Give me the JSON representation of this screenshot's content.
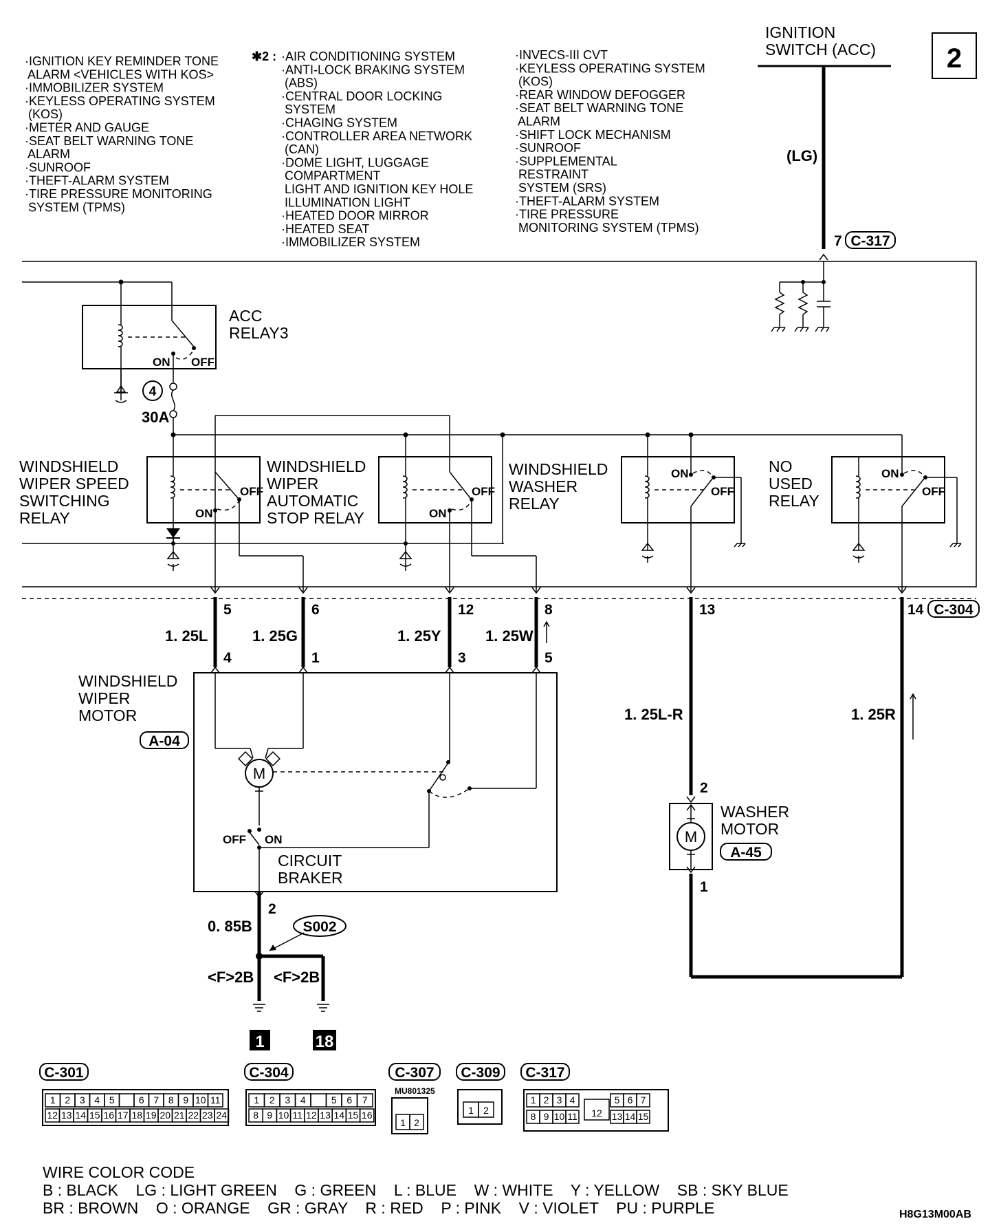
{
  "page_number": "2",
  "list_left": [
    "·IGNITION KEY REMINDER TONE",
    " ALARM <VEHICLES WITH KOS>",
    "·IMMOBILIZER SYSTEM",
    "·KEYLESS OPERATING SYSTEM",
    " (KOS)",
    "·METER AND GAUGE",
    "·SEAT BELT WARNING TONE",
    " ALARM",
    "·SUNROOF",
    "·THEFT-ALARM SYSTEM",
    "·TIRE PRESSURE MONITORING",
    " SYSTEM (TPMS)"
  ],
  "list_mid_marker": "✱2 :",
  "list_mid": [
    "·AIR CONDITIONING SYSTEM",
    "·ANTI-LOCK BRAKING SYSTEM",
    " (ABS)",
    "·CENTRAL DOOR LOCKING",
    " SYSTEM",
    "·CHAGING SYSTEM",
    "·CONTROLLER AREA NETWORK",
    " (CAN)",
    "·DOME LIGHT, LUGGAGE",
    " COMPARTMENT",
    " LIGHT AND IGNITION KEY HOLE",
    " ILLUMINATION LIGHT",
    "·HEATED DOOR MIRROR",
    "·HEATED SEAT",
    "·IMMOBILIZER SYSTEM"
  ],
  "list_right": [
    "·INVECS-III CVT",
    "·KEYLESS OPERATING SYSTEM",
    " (KOS)",
    "·REAR WINDOW DEFOGGER",
    "·SEAT BELT WARNING TONE",
    " ALARM",
    "·SHIFT LOCK MECHANISM",
    "·SUNROOF",
    "·SUPPLEMENTAL",
    " RESTRAINT",
    " SYSTEM (SRS)",
    "·THEFT-ALARM SYSTEM",
    "·TIRE PRESSURE",
    " MONITORING SYSTEM (TPMS)"
  ],
  "ignition": {
    "line1": "IGNITION",
    "line2": "SWITCH (ACC)",
    "wire": "(LG)",
    "pin": "7",
    "conn": "C-317"
  },
  "acc_relay": {
    "line1": "ACC",
    "line2": "RELAY3",
    "on": "ON",
    "off": "OFF"
  },
  "fuse": {
    "num": "4",
    "rating": "30A"
  },
  "relays": {
    "speed": [
      "WINDSHIELD",
      "WIPER SPEED",
      "SWITCHING",
      "RELAY"
    ],
    "autostop": [
      "WINDSHIELD",
      "WIPER",
      "AUTOMATIC",
      "STOP RELAY"
    ],
    "washer": [
      "WINDSHIELD",
      "WASHER",
      "RELAY"
    ],
    "notused": [
      "NO",
      "USED",
      "RELAY"
    ],
    "on": "ON",
    "off": "OFF"
  },
  "c304_pins": [
    "5",
    "6",
    "12",
    "8",
    "13",
    "14"
  ],
  "c304_conn": "C-304",
  "wires": {
    "w1": "1. 25L",
    "w2": "1. 25G",
    "w3": "1. 25Y",
    "w4": "1. 25W",
    "w5": "1. 25L-R",
    "w6": "1. 25R",
    "w7": "0. 85B",
    "w8": "<F>2B",
    "w9": "<F>2B"
  },
  "motor_pins": [
    "4",
    "1",
    "3",
    "5",
    "2"
  ],
  "wiper_motor": {
    "line1": "WINDSHIELD",
    "line2": "WIPER",
    "line3": "MOTOR",
    "conn": "A-04",
    "symbol": "M",
    "off": "OFF",
    "on": "ON",
    "cb1": "CIRCUIT",
    "cb2": "BRAKER"
  },
  "washer_motor": {
    "line1": "WASHER",
    "line2": "MOTOR",
    "conn": "A-45",
    "symbol": "M",
    "pin_top": "2",
    "pin_bot": "1"
  },
  "splice": "S002",
  "grounds": [
    "1",
    "18"
  ],
  "connectors": {
    "c301": {
      "name": "C-301",
      "row1": [
        "1",
        "2",
        "3",
        "4",
        "5",
        "",
        "6",
        "7",
        "8",
        "9",
        "10",
        "11"
      ],
      "row2": [
        "12",
        "13",
        "14",
        "15",
        "16",
        "17",
        "18",
        "19",
        "20",
        "21",
        "22",
        "23",
        "24"
      ]
    },
    "c304": {
      "name": "C-304",
      "row1": [
        "1",
        "2",
        "3",
        "4",
        "",
        "5",
        "6",
        "7"
      ],
      "row2": [
        "8",
        "9",
        "10",
        "11",
        "12",
        "13",
        "14",
        "15",
        "16"
      ]
    },
    "c307": {
      "name": "C-307",
      "part": "MU801325",
      "row": [
        "1",
        "2"
      ]
    },
    "c309": {
      "name": "C-309",
      "row": [
        "1",
        "2"
      ]
    },
    "c317": {
      "name": "C-317",
      "row1": [
        "1",
        "2",
        "3",
        "4",
        "12",
        "5",
        "6",
        "7"
      ],
      "row2": [
        "8",
        "9",
        "10",
        "11",
        "13",
        "14",
        "15"
      ]
    }
  },
  "legend": {
    "title": "WIRE COLOR CODE",
    "line1": "B : BLACK    LG : LIGHT GREEN    G : GREEN    L : BLUE    W : WHITE    Y : YELLOW    SB : SKY BLUE",
    "line2": "BR : BROWN    O : ORANGE    GR : GRAY    R : RED    P : PINK    V : VIOLET    PU : PURPLE"
  },
  "doc_code": "H8G13M00AB"
}
